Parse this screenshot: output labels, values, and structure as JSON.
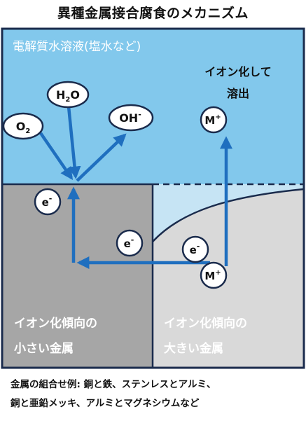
{
  "title": "異種金属接合腐食のメカニズム",
  "electrolyte_label": "電解質水溶液(塩水など)",
  "dissolve_label": [
    "イオン化して",
    "溶出"
  ],
  "molecules": {
    "o2": {
      "base": "O",
      "sub": "2"
    },
    "h2o": {
      "a": "H",
      "sub": "2",
      "b": "O"
    },
    "oh": {
      "base": "OH",
      "sup": "-"
    }
  },
  "ions": {
    "metal_ion": {
      "base": "M",
      "sup": "+"
    },
    "electron": {
      "base": "e",
      "sup": "-"
    }
  },
  "left_metal_label": [
    "イオン化傾向の",
    "小さい金属"
  ],
  "right_metal_label": [
    "イオン化傾向の",
    "大きい金属"
  ],
  "footnote": [
    "金属の組合せ例: 銅と鉄、ステンレスとアルミ、",
    "銅と亜鉛メッキ、アルミとマグネシウムなど"
  ],
  "colors": {
    "electrolyte": "#82c8ec",
    "electrolyte_light": "#c6e4f4",
    "left_metal": "#a6a6a6",
    "right_metal": "#d9d9d9",
    "arrow": "#1f6fbf",
    "outline": "#1a2b4c"
  }
}
